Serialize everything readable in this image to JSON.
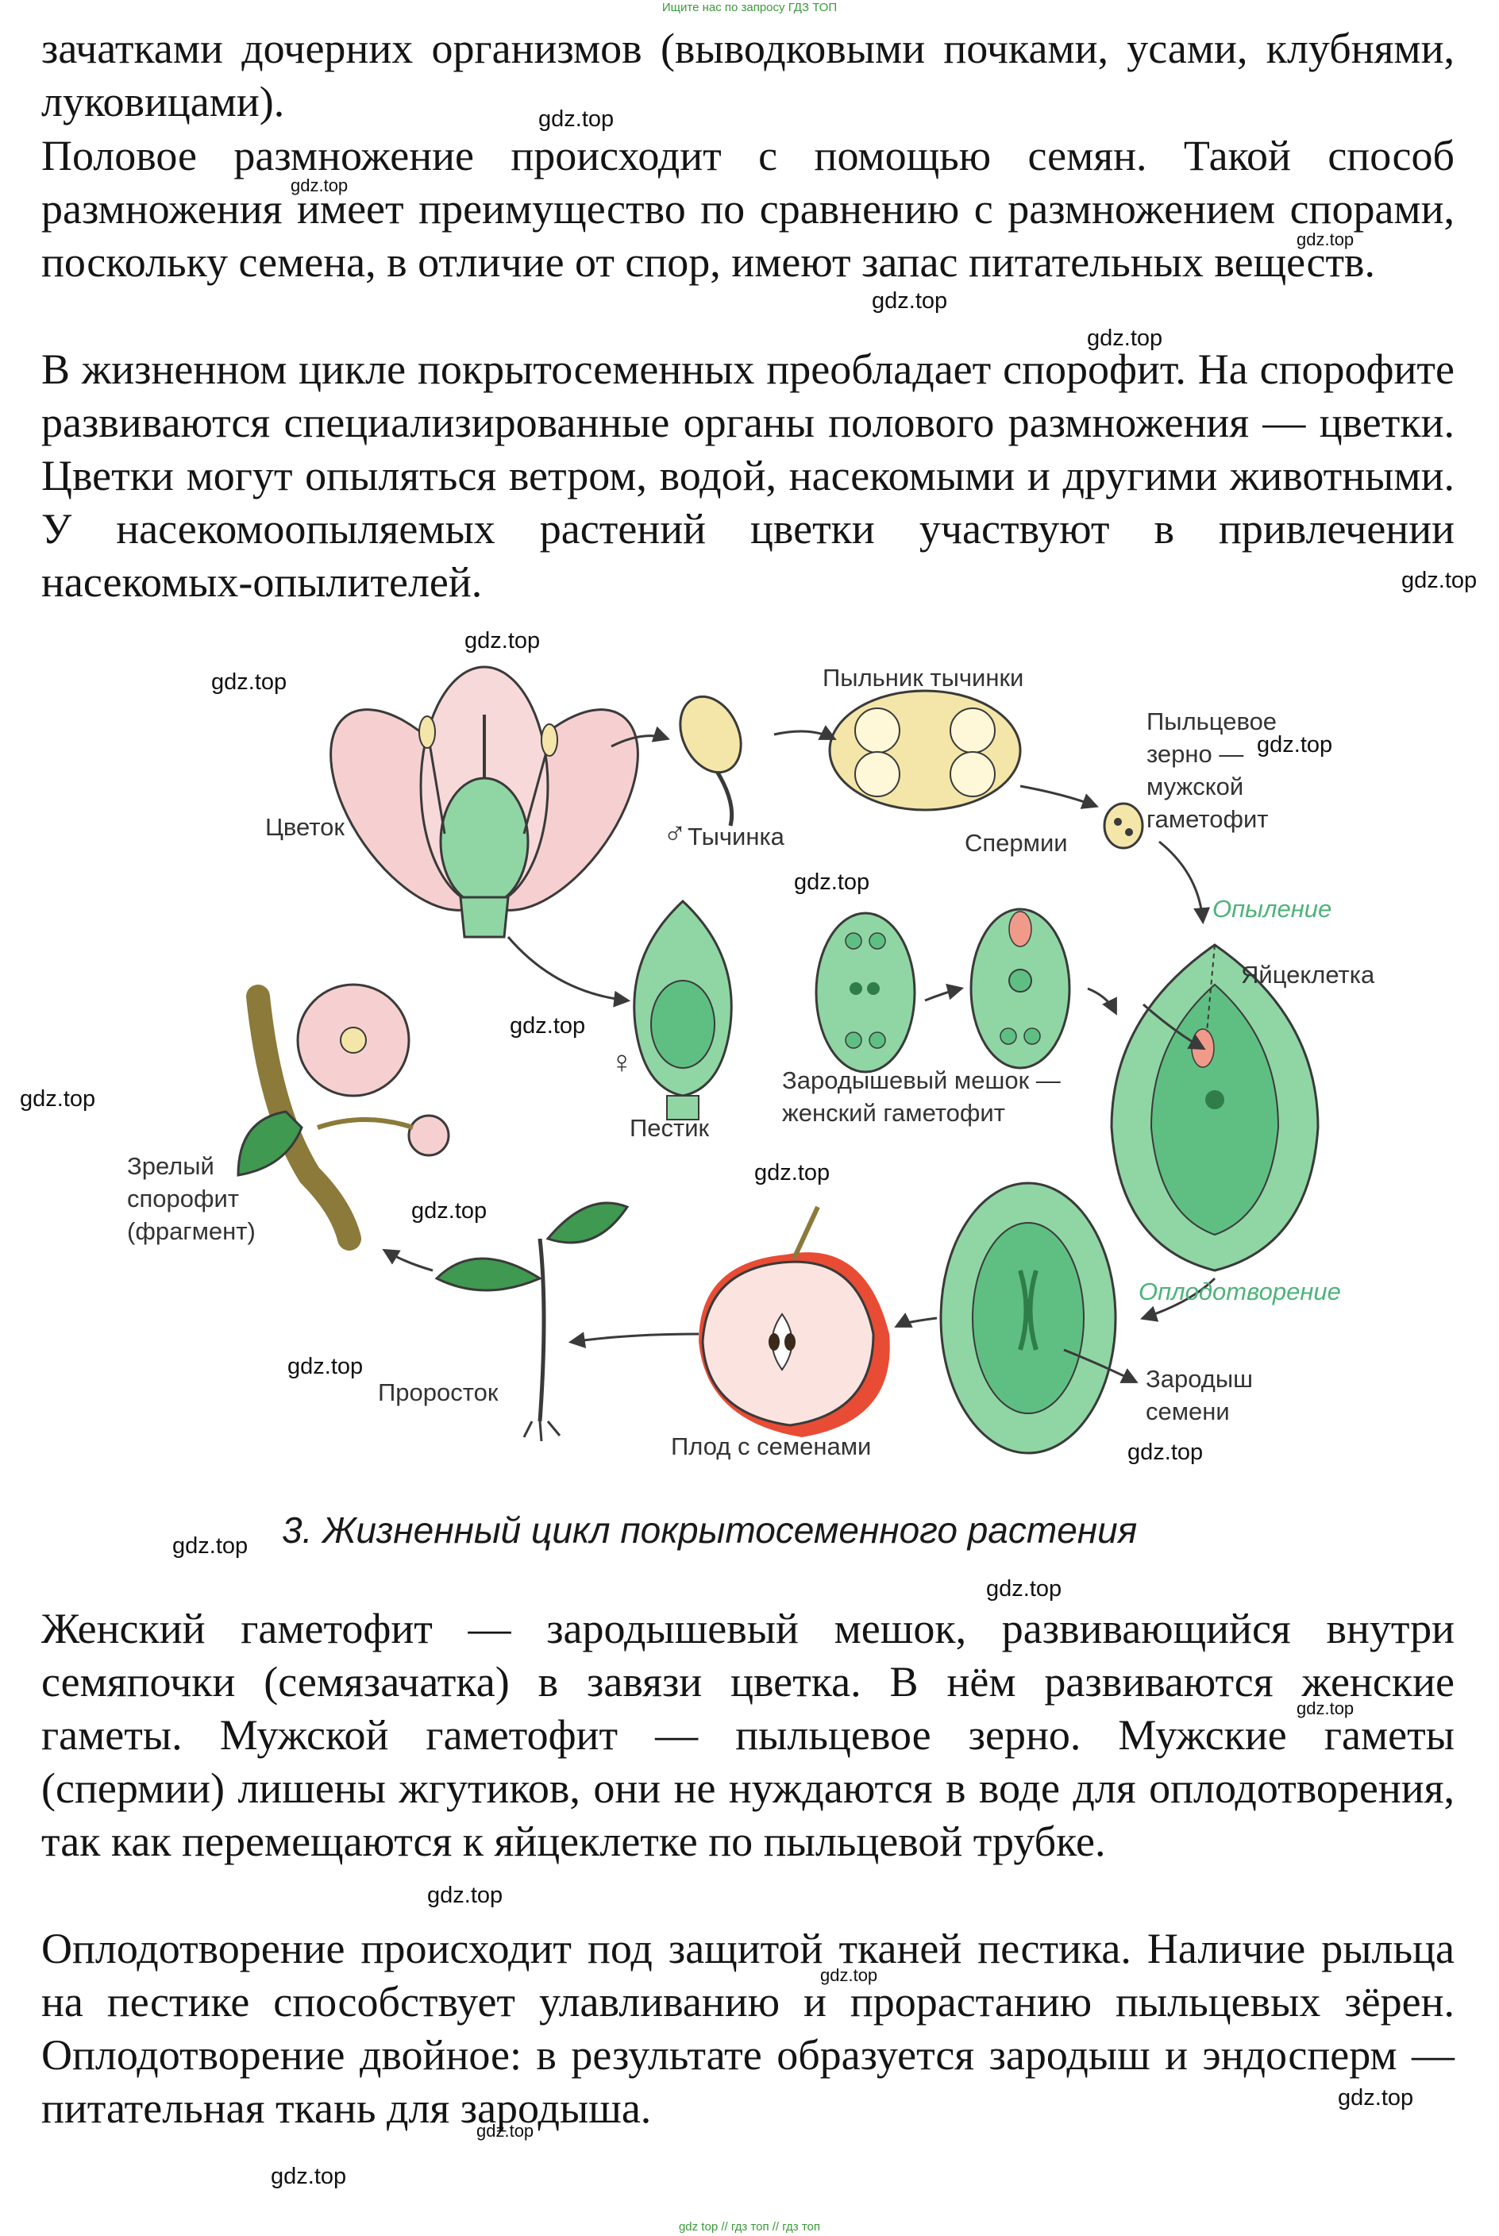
{
  "header_note": "Ищите нас по запросу ГДЗ ТОП",
  "paragraphs": [
    "зачатками дочерних организмов (выводковыми почками, усами, клубнями, луковицами).",
    "Половое размножение происходит с помощью семян. Такой способ размножения имеет преимущество по сравнению с размножением спорами, поскольку семена, в отличие от спор, имеют запас питательных веществ.",
    "В жизненном цикле покрытосеменных преобладает спорофит. На спорофите развиваются специализированные органы полового размножения — цветки. Цветки могут опыляться ветром, водой, насекомыми и другими животными. У насекомоопыляемых растений цветки участвуют в привлечении насекомых-опылителей.",
    "Женский гаметофит — зародышевый мешок, развивающийся внутри семяпочки (семязачатка) в завязи цветка. В нём развиваются женские гаметы. Мужской гаметофит — пыльцевое зерно. Мужские гаметы (спермии) лишены жгутиков, они не нуждаются в воде для оплодотворения, так как перемещаются к яйцеклетке по пыльцевой трубке.",
    "Оплодотворение происходит под защитой тканей пестика. Наличие рыльца на пестике способствует улавливанию и прорастанию пыльцевых зёрен. Оплодотворение двойное: в результате образуется зародыш и эндосперм — питательная ткань для зародыша."
  ],
  "figure": {
    "caption": "3. Жизненный цикл покрытосеменного растения",
    "labels": {
      "flower": "Цветок",
      "stamen": "Тычинка",
      "anther": "Пыльник тычинки",
      "pollen_1": "Пыльцевое",
      "pollen_2": "зерно —",
      "pollen_3": "мужской",
      "pollen_4": "гаметофит",
      "sperm": "Спермии",
      "pollination": "Опыление",
      "egg": "Яйцеклетка",
      "pistil": "Пестик",
      "sac_1": "Зародышевый мешок —",
      "sac_2": "женский гаметофит",
      "mature_1": "Зрелый",
      "mature_2": "спорофит",
      "mature_3": "(фрагмент)",
      "fertilization": "Оплодотворение",
      "embryo_1": "Зародыш",
      "embryo_2": "семени",
      "sprout": "Проросток",
      "fruit": "Плод с семенами"
    },
    "symbols": {
      "male": "♂",
      "female": "♀"
    },
    "colors": {
      "petal": "#f6d0d0",
      "green": "#8fd6a4",
      "dark_green": "#3e9a5a",
      "leaf": "#3f9950",
      "pollen": "#f3e6a8",
      "apple_red": "#e84c35",
      "stem": "#8b7a3a"
    }
  },
  "watermarks": [
    "gdz.top",
    "gdz.top",
    "gdz.top",
    "gdz.top",
    "gdz.top",
    "gdz.top",
    "gdz.top",
    "gdz.top",
    "gdz.top",
    "gdz.top",
    "gdz.top",
    "gdz.top",
    "gdz.top",
    "gdz.top",
    "gdz.top",
    "gdz.top",
    "gdz.top",
    "gdz.top",
    "gdz.top",
    "gdz.top",
    "gdz.top",
    "gdz.top",
    "gdz.top",
    "gdz.top",
    "gdz.top",
    "gdz.top"
  ],
  "footer_note": "gdz top // гдз топ // гдз топ"
}
